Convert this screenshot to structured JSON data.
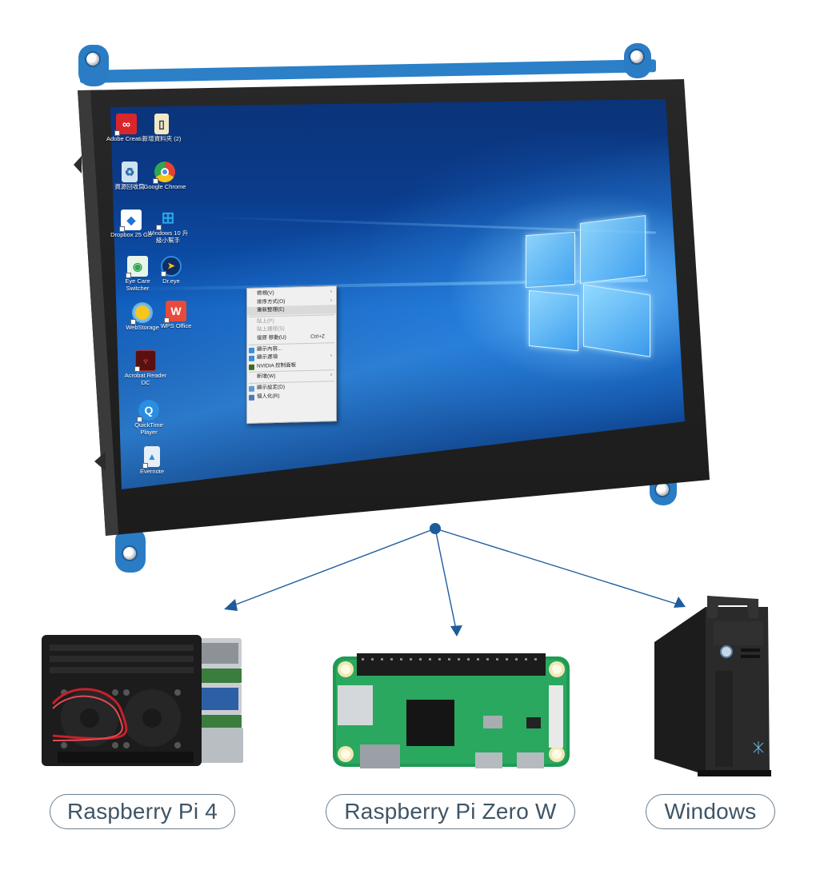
{
  "product": {
    "type": "portable touchscreen monitor",
    "colors": {
      "bracket_blue": "#2a7dc4",
      "bezel": "#1f1f1f",
      "connector_blue": "#1d5c9c",
      "pill_text": "#3f5566",
      "pill_border": "#6b7f8f"
    }
  },
  "desktop": {
    "icons": [
      {
        "label": "Adobe Creati...",
        "icon": "adobe-creative-cloud-icon",
        "color": "#d9262b"
      },
      {
        "label": "新增資料夾 (2)",
        "icon": "folder-icon",
        "color": "#f1e8c8"
      },
      {
        "label": "資源回收筒",
        "icon": "recycle-bin-icon",
        "color": "#cfe3f2"
      },
      {
        "label": "Google Chrome",
        "icon": "chrome-icon",
        "color": "#e24434"
      },
      {
        "label": "Dropbox 25 GB",
        "icon": "dropbox-icon",
        "color": "#ffffff"
      },
      {
        "label": "Windows 10 升級小幫手",
        "icon": "windows-upgrade-icon",
        "color": "#2aa3e8"
      },
      {
        "label": "Eye Care Switcher",
        "icon": "eye-care-icon",
        "color": "#e9f5e8"
      },
      {
        "label": "Dr.eye",
        "icon": "dreye-icon",
        "color": "#1c6fd1"
      },
      {
        "label": "WebStorage",
        "icon": "webstorage-icon",
        "color": "#f7c61b"
      },
      {
        "label": "WPS Office",
        "icon": "wps-office-icon",
        "color": "#e84a3b"
      },
      {
        "label": "Acrobat Reader DC",
        "icon": "acrobat-icon",
        "color": "#5a0f10"
      },
      {
        "label": "QuickTime Player",
        "icon": "quicktime-icon",
        "color": "#2b8ee0"
      },
      {
        "label": "Evernote",
        "icon": "evernote-icon",
        "color": "#e6eef8"
      }
    ],
    "context_menu": {
      "items": [
        {
          "label": "檢視(V)",
          "submenu": true
        },
        {
          "label": "排序方式(O)",
          "submenu": true
        },
        {
          "label": "重新整理(E)",
          "highlighted": true
        },
        {
          "separator": true
        },
        {
          "label": "貼上(P)",
          "disabled": true
        },
        {
          "label": "貼上捷徑(S)",
          "disabled": true
        },
        {
          "label": "復原 移動(U)",
          "shortcut": "Ctrl+Z"
        },
        {
          "separator": true
        },
        {
          "label": "顯示內容...",
          "icon": "display-icon"
        },
        {
          "label": "顯示選項",
          "icon": "display-options-icon",
          "submenu": true
        },
        {
          "label": "NVIDIA 控制面板",
          "icon": "nvidia-icon"
        },
        {
          "separator": true
        },
        {
          "label": "新增(W)",
          "submenu": true
        },
        {
          "separator": true
        },
        {
          "label": "顯示設定(D)",
          "icon": "display-settings-icon"
        },
        {
          "label": "個人化(R)",
          "icon": "personalize-icon"
        }
      ]
    }
  },
  "compatible_devices": [
    {
      "label": "Raspberry Pi 4",
      "image": "raspberry-pi-4-case"
    },
    {
      "label": "Raspberry Pi Zero W",
      "image": "raspberry-pi-zero-w-board"
    },
    {
      "label": "Windows",
      "image": "windows-pc-tower"
    }
  ]
}
